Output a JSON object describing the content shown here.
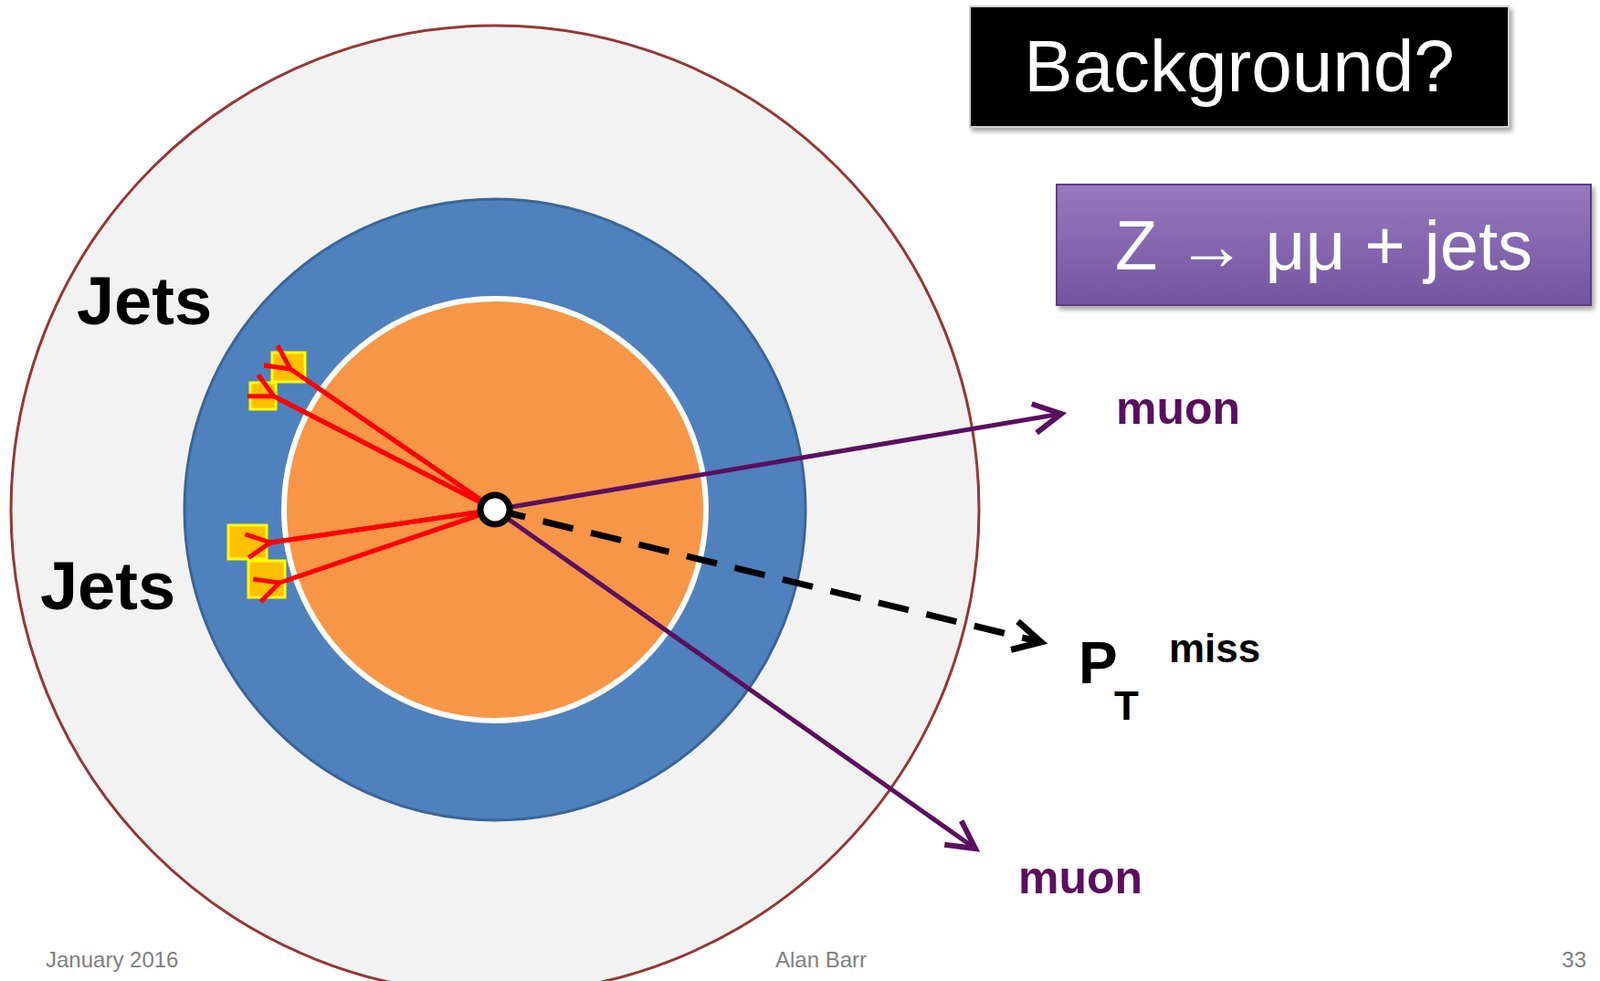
{
  "diagram": {
    "nodes": [
      {
        "text": [
          "Background?"
        ]
      },
      {
        "text": [
          "Z → μμ + jets"
        ]
      }
    ],
    "labels": [
      "Jets",
      "Jets",
      "muon",
      "P",
      "T",
      "miss",
      "muon",
      "January 2016",
      "Alan Barr",
      "33"
    ]
  }
}
